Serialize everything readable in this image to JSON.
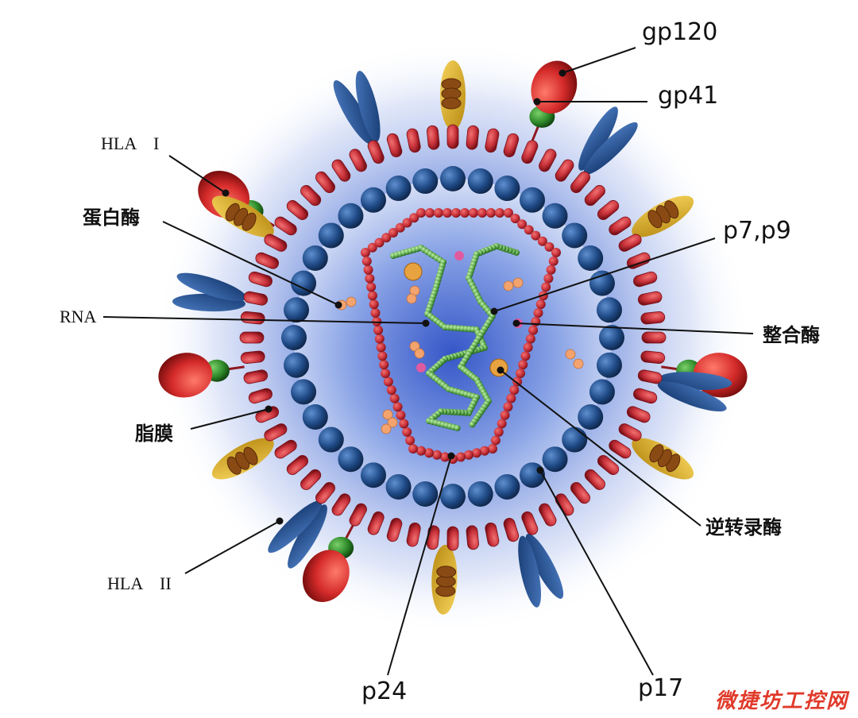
{
  "labels": {
    "gp120": "gp120",
    "gp41": "gp41",
    "hla1": "HLA　I",
    "protease": "蛋白酶",
    "p7p9": "p7,p9",
    "rna": "RNA",
    "integrase": "整合酶",
    "lipid": "脂膜",
    "rt": "逆转录酶",
    "hla2": "HLA　II",
    "p24": "p24",
    "p17": "p17"
  },
  "watermark": "微捷坊工控网",
  "colors": {
    "glow": "#5b7fd6",
    "lipid": "#c8323a",
    "lipid_dark": "#8e1820",
    "matrix": "#1f4a86",
    "capsid": "#c8323a",
    "rna": "#4c9a4a",
    "gp120": "#d42a2a",
    "gp41": "#2f8a2a",
    "hla_blue": "#2a5a9e",
    "hla_gold": "#e0b02a",
    "enzyme": "#f0a070"
  }
}
